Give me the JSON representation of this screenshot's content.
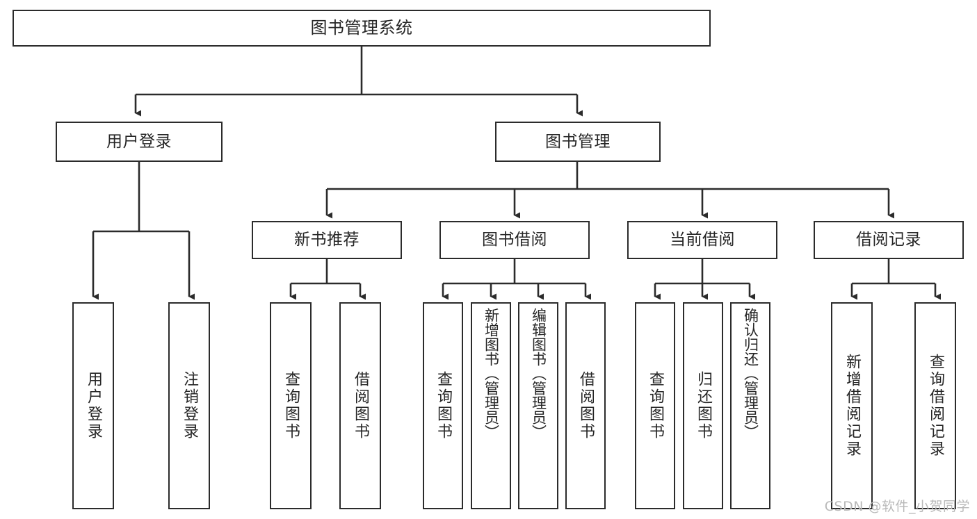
{
  "diagram": {
    "title": "图书管理系统",
    "type": "功能结构图",
    "line_color": "#2b2b2b",
    "box_fill": "#ffffff",
    "text_color": "#262626"
  },
  "nodes": {
    "root": {
      "label": "图书管理系统"
    },
    "level1": [
      {
        "label": "用户登录"
      },
      {
        "label": "图书管理"
      }
    ],
    "level2": [
      {
        "label": "新书推荐"
      },
      {
        "label": "图书借阅"
      },
      {
        "label": "当前借阅"
      },
      {
        "label": "借阅记录"
      }
    ],
    "leaves": {
      "user_login": [
        {
          "label": "用户登录"
        },
        {
          "label": "注销登录"
        }
      ],
      "new_book_recommend": [
        {
          "label": "查询图书"
        },
        {
          "label": "借阅图书"
        }
      ],
      "book_borrow": [
        {
          "label": "查询图书"
        },
        {
          "label": "新增图书（管理员）"
        },
        {
          "label": "编辑图书（管理员）"
        },
        {
          "label": "借阅图书"
        }
      ],
      "current_borrow": [
        {
          "label": "查询图书"
        },
        {
          "label": "归还图书"
        },
        {
          "label": "确认归还（管理员）"
        }
      ],
      "borrow_record": [
        {
          "label": "新增借阅记录"
        },
        {
          "label": "查询借阅记录"
        }
      ]
    }
  },
  "watermark": {
    "text": "CSDN @软件_小贺同学"
  }
}
